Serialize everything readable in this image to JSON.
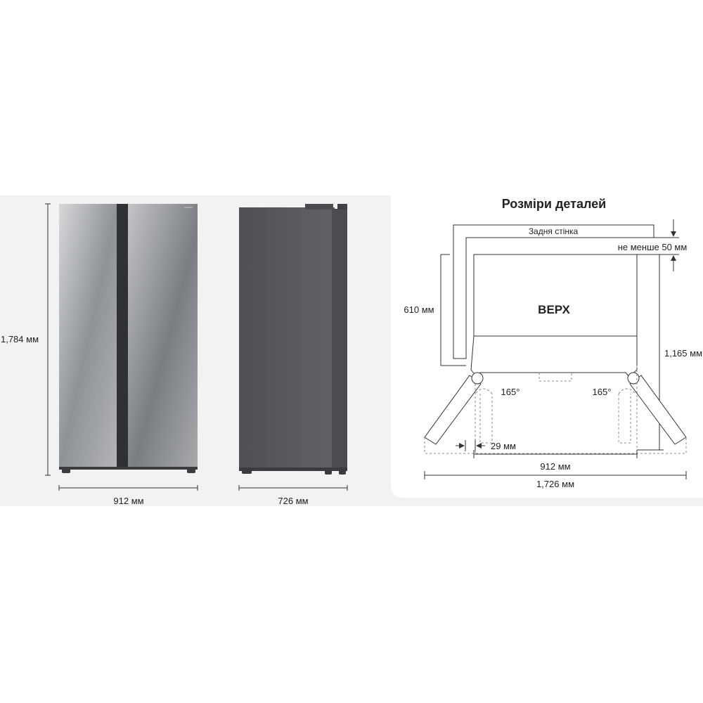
{
  "left": {
    "height_label": "1,784 мм",
    "front_width_label": "912 мм",
    "side_depth_label": "726 мм"
  },
  "right": {
    "title": "Розміри деталей",
    "back_wall_label": "Задня стінка",
    "clearance_label": "не менше 50 мм",
    "top_label": "ВЕРХ",
    "depth_label": "610 мм",
    "open_depth_label": "1,165 мм",
    "angle_left_label": "165°",
    "angle_right_label": "165°",
    "door_gap_label": "29 мм",
    "body_width_label": "912 мм",
    "open_width_label": "1,726 мм"
  },
  "colors": {
    "background": "#f2f2f2",
    "fridge_steel_light": "#c9cbcd",
    "fridge_steel_dark": "#6e7176",
    "side_body": "#56585c",
    "line": "#333333",
    "dashed": "#888888"
  }
}
